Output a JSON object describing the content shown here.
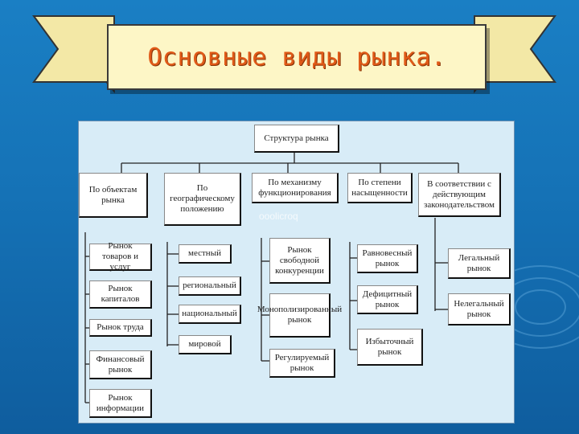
{
  "title": "Основные виды рынка.",
  "watermark": "ooolicroq",
  "diagram": {
    "root": "Структура рынка",
    "categories": [
      "По объектам рынка",
      "По географическому положению",
      "По механизму функционирования",
      "По степени насыщенности",
      "В соответствии с действующим законодательством"
    ],
    "by_object": [
      "Рынок товаров и услуг",
      "Рынок капиталов",
      "Рынок труда",
      "Финансовый рынок",
      "Рынок информации"
    ],
    "by_geography": [
      "местный",
      "региональный",
      "национальный",
      "мировой"
    ],
    "by_mechanism": [
      "Рынок свободной конкуренции",
      "Монополизированный рынок",
      "Регулируемый рынок"
    ],
    "by_saturation": [
      "Равновесный рынок",
      "Дефицитный рынок",
      "Избыточный рынок"
    ],
    "by_law": [
      "Легальный рынок",
      "Нелегальный рынок"
    ]
  },
  "colors": {
    "background": "#1572b6",
    "banner": "#fdf6c6",
    "title": "#e05a18",
    "panel": "#d8ecf7"
  }
}
